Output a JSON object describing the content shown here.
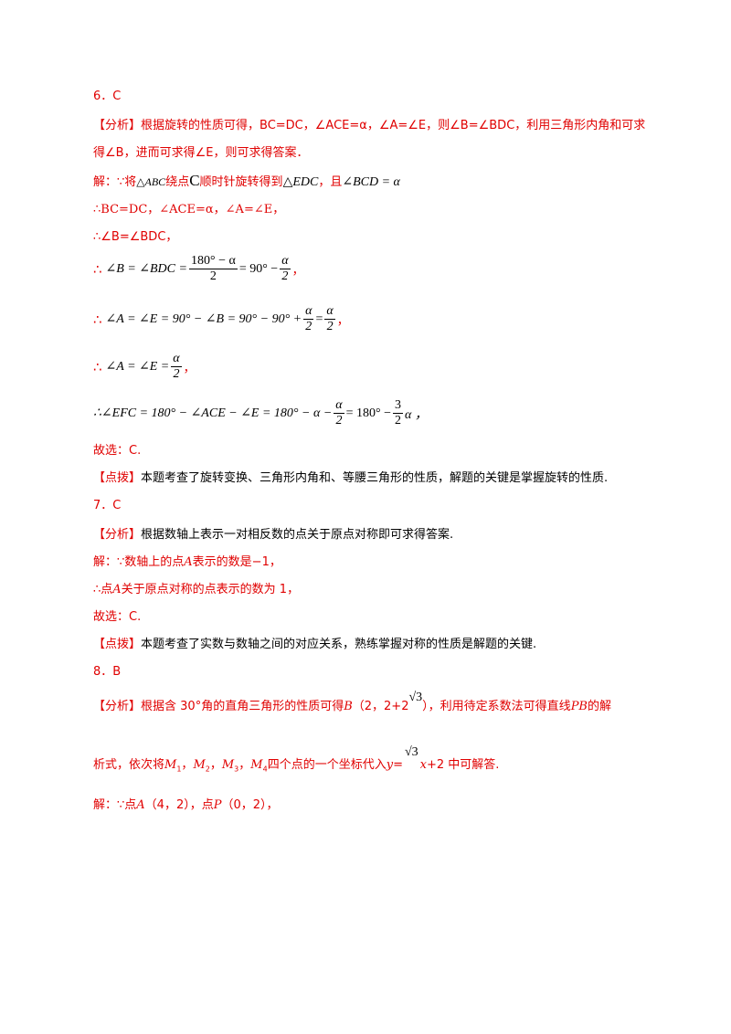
{
  "q6": {
    "number": "6．C",
    "analysis_tag": "【分析】",
    "analysis_l1": "根据旋转的性质可得，BC=DC，∠ACE=α，∠A=∠E，则∠B=∠BDC，利用三角形内角和可求",
    "analysis_l2": "得∠B，进而可求得∠E，则可求得答案．",
    "sol_prefix": "解：∵将",
    "sol_tri1": "△ABC",
    "sol_mid1": "绕点",
    "sol_c": "C",
    "sol_mid2": "顺时针旋转得到",
    "sol_tri2": "△EDC",
    "sol_mid3": "，且",
    "sol_angle": "∠BCD = α",
    "line2": "∴BC=DC，∠ACE=α，∠A=∠E，",
    "line3": "∴∠B=∠BDC，",
    "eq1_lhs": "∠B = ∠BDC =",
    "eq1_num": "180° − α",
    "eq1_den": "2",
    "eq1_mid": "= 90° −",
    "eq1_num2": "α",
    "eq1_den2": "2",
    "eq1_end": "，",
    "eq2_lhs": "∠A = ∠E = 90° − ∠B = 90° − 90° +",
    "eq2_num": "α",
    "eq2_den": "2",
    "eq2_mid": "=",
    "eq2_num2": "α",
    "eq2_den2": "2",
    "eq2_end": "，",
    "eq3_lhs": "∠A = ∠E =",
    "eq3_num": "α",
    "eq3_den": "2",
    "eq3_end": "，",
    "eq4_lhs": "∴∠EFC = 180° − ∠ACE − ∠E = 180° − α −",
    "eq4_num": "α",
    "eq4_den": "2",
    "eq4_mid": "= 180° −",
    "eq4_num2": "3",
    "eq4_den2": "2",
    "eq4_end": "α ，",
    "therefore": "∴",
    "choice": "故选：C.",
    "point_tag": "【点拨】",
    "point_text": "本题考查了旋转变换、三角形内角和、等腰三角形的性质，解题的关键是掌握旋转的性质."
  },
  "q7": {
    "number": "7．C",
    "analysis_tag": "【分析】",
    "analysis": "根据数轴上表示一对相反数的点关于原点对称即可求得答案.",
    "sol1_a": "解：∵数轴上的点",
    "sol1_b": "A",
    "sol1_c": "表示的数是−1，",
    "sol2_a": "∴点",
    "sol2_b": "A",
    "sol2_c": "关于原点对称的点表示的数为 1，",
    "choice": "故选：C.",
    "point_tag": "【点拨】",
    "point_text": "本题考查了实数与数轴之间的对应关系，熟练掌握对称的性质是解题的关键."
  },
  "q8": {
    "number": "8．B",
    "analysis_tag": "【分析】",
    "a1": "根据含 30°角的直角三角形的性质可得",
    "a_b": "B",
    "a2": "（2，2+2",
    "sqrt3": "√3",
    "a3": "），利用待定系数法可得直线",
    "a_pb": "PB",
    "a4": "的解",
    "l2_a": "析式，依次将",
    "m1": "M",
    "s1": "1",
    "m2": "M",
    "s2": "2",
    "m3": "M",
    "s3": "3",
    "m4": "M",
    "s4": "4",
    "l2_b": "四个点的一个坐标代入",
    "y": "y",
    "eq": "=",
    "l2_x": "x",
    "l2_c": "+2 中可解答.",
    "sol_a": "解：∵点",
    "sol_A": "A",
    "sol_b": "（4，2），点",
    "sol_P": "P",
    "sol_c": "（0，2），",
    "comma": "，"
  }
}
